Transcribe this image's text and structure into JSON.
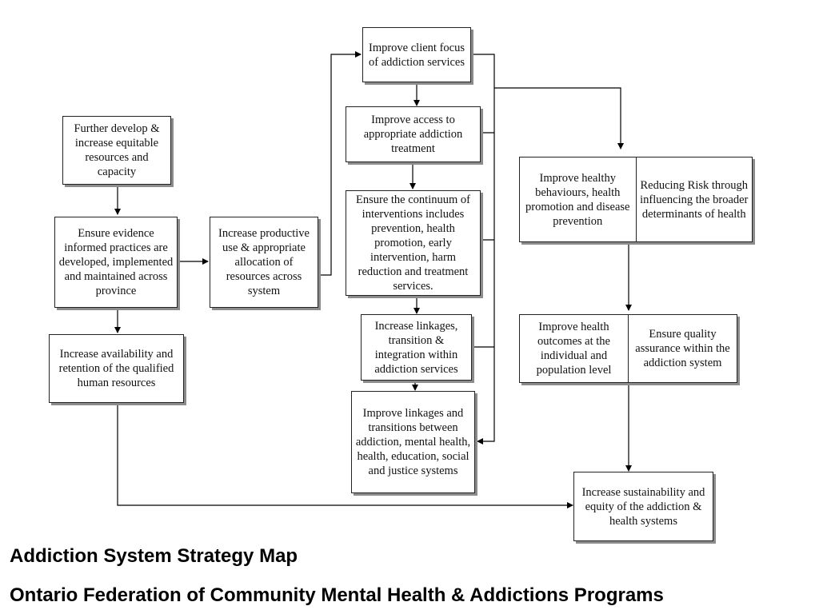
{
  "diagram": {
    "nodes": {
      "further_develop": "Further develop & increase equitable resources and capacity",
      "evidence_practices": "Ensure evidence informed practices are developed, implemented and maintained across province",
      "availability_retention": "Increase availability and retention of the qualified human resources",
      "productive_use": "Increase productive use & appropriate allocation of resources across system",
      "client_focus": "Improve client focus of addiction services",
      "access_treatment": "Improve access to appropriate addiction treatment",
      "continuum": "Ensure the continuum of interventions includes prevention, health promotion, early intervention, harm reduction and treatment services.",
      "linkages_within": "Increase linkages, transition & integration within addiction services",
      "linkages_between": "Improve linkages and transitions between addiction, mental health, health, education, social and justice systems",
      "healthy_behaviours": "Improve healthy behaviours, health promotion and disease prevention",
      "reducing_risk": "Reducing Risk through influencing the broader determinants of health",
      "health_outcomes": "Improve health outcomes at the individual and population level",
      "quality_assurance": "Ensure quality assurance within the addiction system",
      "sustainability": "Increase sustainability and equity of the addiction & health systems"
    }
  },
  "captions": {
    "title": "Addiction System Strategy Map",
    "subtitle": "Ontario Federation of Community Mental Health & Addictions Programs"
  }
}
